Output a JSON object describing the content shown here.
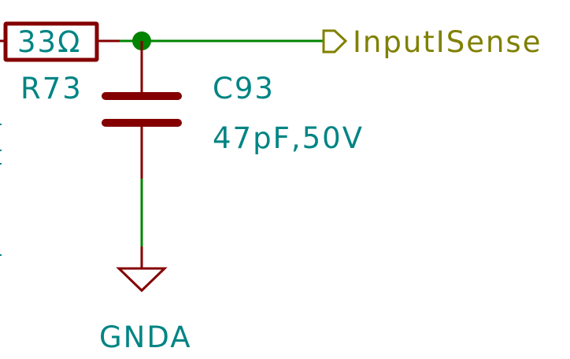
{
  "colors": {
    "component": "#840000",
    "wire": "#008400",
    "text": "#008484",
    "global_label": "#808000"
  },
  "resistor": {
    "value": "33Ω",
    "reference": "R73"
  },
  "capacitor": {
    "reference": "C93",
    "value": "47pF,50V"
  },
  "power": {
    "name": "GNDA"
  },
  "global_label": {
    "text": "InputISense"
  }
}
